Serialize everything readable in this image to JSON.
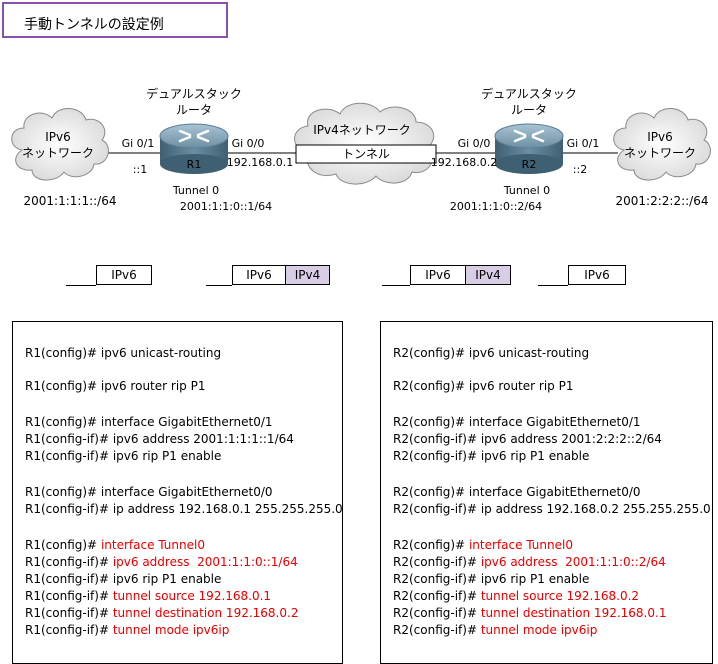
{
  "title": "手動トンネルの設定例",
  "diagram": {
    "left_network": {
      "line1": "IPv6",
      "line2": "ネットワーク",
      "prefix": "2001:1:1:1::/64"
    },
    "right_network": {
      "line1": "IPv6",
      "line2": "ネットワーク",
      "prefix": "2001:2:2:2::/64"
    },
    "r1": {
      "caption1": "デュアルスタック",
      "caption2": "ルータ",
      "label": "R1",
      "lan_if": "Gi 0/1",
      "lan_addr": "::1",
      "wan_if": "Gi 0/0",
      "wan_addr": "192.168.0.1",
      "tunnel_name": "Tunnel 0",
      "tunnel_addr": "2001:1:1:0::1/64"
    },
    "r2": {
      "caption1": "デュアルスタック",
      "caption2": "ルータ",
      "label": "R2",
      "lan_if": "Gi 0/1",
      "lan_addr": "::2",
      "wan_if": "Gi 0/0",
      "wan_addr": "192.168.0.2",
      "tunnel_name": "Tunnel 0",
      "tunnel_addr": "2001:1:1:0::2/64"
    },
    "cloud": {
      "label": "IPv4ネットワーク",
      "tunnel_label": "トンネル"
    }
  },
  "headers": [
    {
      "segments": [
        "IPv6"
      ]
    },
    {
      "segments": [
        "IPv6",
        "IPv4"
      ]
    },
    {
      "segments": [
        "IPv6",
        "IPv4"
      ]
    },
    {
      "segments": [
        "IPv6"
      ]
    }
  ],
  "config_r1": [
    {
      "parts": [
        {
          "text": "R1(config)# ipv6 unicast-routing",
          "color": "black"
        }
      ]
    },
    {
      "parts": [
        {
          "text": "R1(config)# ipv6 router rip P1",
          "color": "black"
        }
      ]
    },
    {
      "parts": [
        {
          "text": "R1(config)# interface GigabitEthernet0/1",
          "color": "black"
        }
      ]
    },
    {
      "parts": [
        {
          "text": "R1(config-if)# ipv6 address 2001:1:1:1::1/64",
          "color": "black"
        }
      ]
    },
    {
      "parts": [
        {
          "text": "R1(config-if)# ipv6 rip P1 enable",
          "color": "black"
        }
      ]
    },
    {
      "parts": [
        {
          "text": "R1(config)# interface GigabitEthernet0/0",
          "color": "black"
        }
      ]
    },
    {
      "parts": [
        {
          "text": "R1(config-if)# ip address 192.168.0.1 255.255.255.0",
          "color": "black"
        }
      ]
    },
    {
      "parts": [
        {
          "text": "R1(config)# ",
          "color": "black"
        },
        {
          "text": "interface Tunnel0",
          "color": "red"
        }
      ]
    },
    {
      "parts": [
        {
          "text": "R1(config-if)# ",
          "color": "black"
        },
        {
          "text": "ipv6 address  2001:1:1:0::1/64",
          "color": "red"
        }
      ]
    },
    {
      "parts": [
        {
          "text": "R1(config-if)# ipv6 rip P1 enable",
          "color": "black"
        }
      ]
    },
    {
      "parts": [
        {
          "text": "R1(config-if)# ",
          "color": "black"
        },
        {
          "text": "tunnel source 192.168.0.1",
          "color": "red"
        }
      ]
    },
    {
      "parts": [
        {
          "text": "R1(config-if)# ",
          "color": "black"
        },
        {
          "text": "tunnel destination 192.168.0.2",
          "color": "red"
        }
      ]
    },
    {
      "parts": [
        {
          "text": "R1(config-if)# ",
          "color": "black"
        },
        {
          "text": "tunnel mode ipv6ip",
          "color": "red"
        }
      ]
    }
  ],
  "config_r2": [
    {
      "parts": [
        {
          "text": "R2(config)# ipv6 unicast-routing",
          "color": "black"
        }
      ]
    },
    {
      "parts": [
        {
          "text": "R2(config)# ipv6 router rip P1",
          "color": "black"
        }
      ]
    },
    {
      "parts": [
        {
          "text": "R2(config)# interface GigabitEthernet0/1",
          "color": "black"
        }
      ]
    },
    {
      "parts": [
        {
          "text": "R2(config-if)# ipv6 address 2001:2:2:2::2/64",
          "color": "black"
        }
      ]
    },
    {
      "parts": [
        {
          "text": "R2(config-if)# ipv6 rip P1 enable",
          "color": "black"
        }
      ]
    },
    {
      "parts": [
        {
          "text": "R2(config)# interface GigabitEthernet0/0",
          "color": "black"
        }
      ]
    },
    {
      "parts": [
        {
          "text": "R2(config-if)# ip address 192.168.0.2 255.255.255.0",
          "color": "black"
        }
      ]
    },
    {
      "parts": [
        {
          "text": "R2(config)# ",
          "color": "black"
        },
        {
          "text": "interface Tunnel0",
          "color": "red"
        }
      ]
    },
    {
      "parts": [
        {
          "text": "R2(config-if)# ",
          "color": "black"
        },
        {
          "text": "ipv6 address  2001:1:1:0::2/64",
          "color": "red"
        }
      ]
    },
    {
      "parts": [
        {
          "text": "R2(config-if)# ipv6 rip P1 enable",
          "color": "black"
        }
      ]
    },
    {
      "parts": [
        {
          "text": "R2(config-if)# ",
          "color": "black"
        },
        {
          "text": "tunnel source 192.168.0.2",
          "color": "red"
        }
      ]
    },
    {
      "parts": [
        {
          "text": "R2(config-if)# ",
          "color": "black"
        },
        {
          "text": "tunnel destination 192.168.0.1",
          "color": "red"
        }
      ]
    },
    {
      "parts": [
        {
          "text": "R2(config-if)# ",
          "color": "black"
        },
        {
          "text": "tunnel mode ipv6ip",
          "color": "red"
        }
      ]
    }
  ],
  "colors": {
    "title_border": "#8a4fb0",
    "ipv4_header_fill": "#d9cde6",
    "highlight_text": "#e60000",
    "router_body": "#5a7f95",
    "cloud_fill": "#f2f2f2"
  }
}
